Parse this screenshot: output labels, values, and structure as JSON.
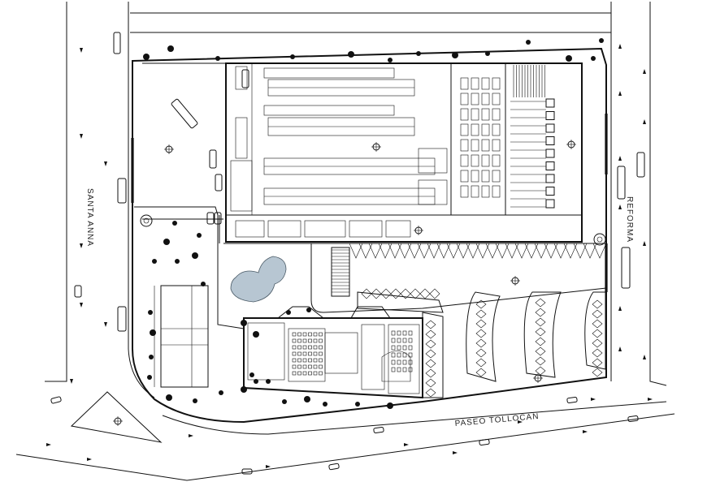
{
  "drawing": {
    "labels": {
      "santa_anna": "SANTA ANNA",
      "reforma": "REFORMA",
      "paseo_tollocan": "PASEO TOLLOCAN"
    },
    "colors": {
      "line": "#111111",
      "background": "#ffffff",
      "water_feature": "#b7c6d2",
      "tree": "#111111"
    },
    "icons": [
      "car-icon",
      "truck-icon",
      "tree-icon",
      "direction-arrow-icon",
      "north-arrow-icon",
      "water-fountain-icon"
    ]
  }
}
